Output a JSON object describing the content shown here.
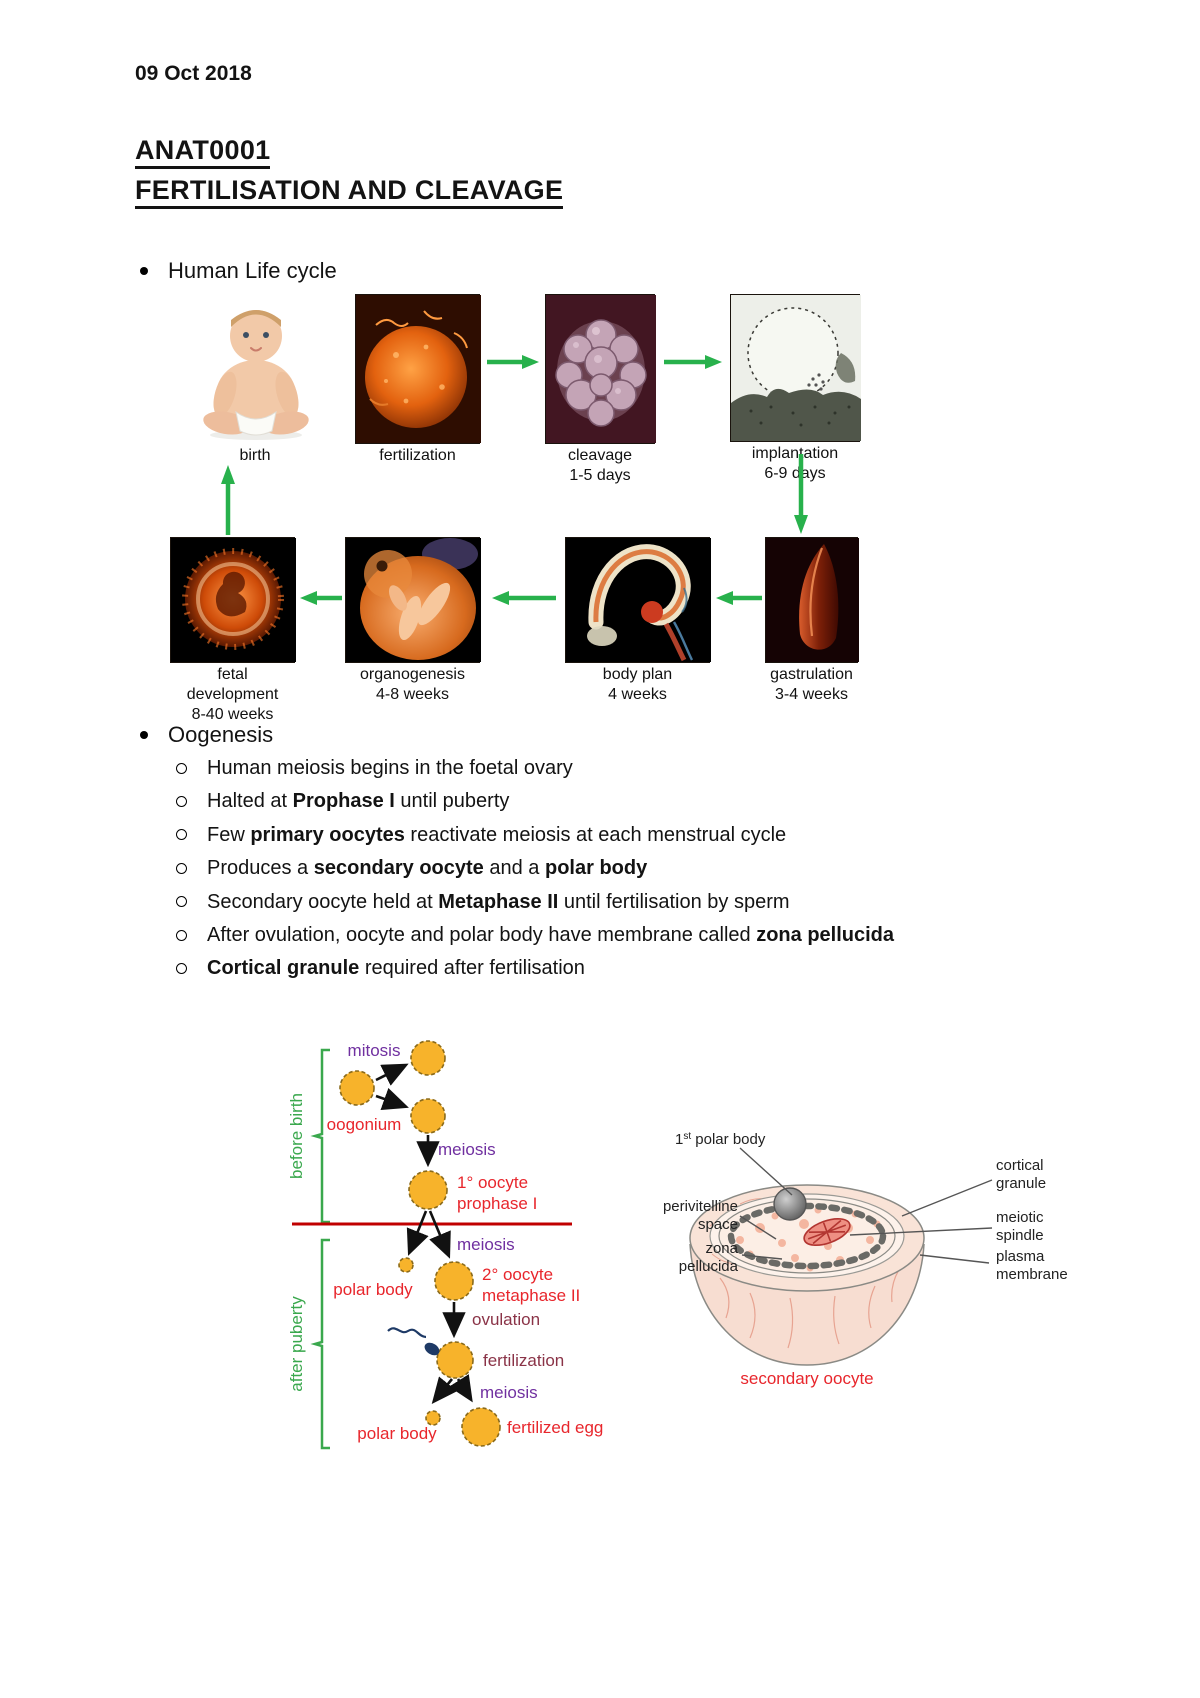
{
  "document": {
    "date": "09 Oct 2018",
    "course_code": "ANAT0001",
    "title": "FERTILISATION AND CLEAVAGE"
  },
  "life_cycle": {
    "heading": "Human Life cycle",
    "top_row": [
      {
        "caption": "birth",
        "duration": ""
      },
      {
        "caption": "fertilization",
        "duration": ""
      },
      {
        "caption": "cleavage",
        "duration": "1-5 days"
      },
      {
        "caption": "implantation",
        "duration": "6-9 days"
      }
    ],
    "bottom_row": [
      {
        "caption": "fetal development",
        "duration": "8-40 weeks"
      },
      {
        "caption": "organogenesis",
        "duration": "4-8 weeks"
      },
      {
        "caption": "body plan",
        "duration": "4 weeks"
      },
      {
        "caption": "gastrulation",
        "duration": "3-4 weeks"
      }
    ]
  },
  "oogenesis": {
    "heading": "Oogenesis",
    "bullets": [
      [
        {
          "t": "Human meiosis begins in the foetal ovary",
          "b": false
        }
      ],
      [
        {
          "t": "Halted at ",
          "b": false
        },
        {
          "t": "Prophase I",
          "b": true
        },
        {
          "t": " until puberty",
          "b": false
        }
      ],
      [
        {
          "t": "Few ",
          "b": false
        },
        {
          "t": "primary oocytes",
          "b": true
        },
        {
          "t": " reactivate meiosis at each menstrual cycle",
          "b": false
        }
      ],
      [
        {
          "t": "Produces a ",
          "b": false
        },
        {
          "t": "secondary oocyte",
          "b": true
        },
        {
          "t": " and a ",
          "b": false
        },
        {
          "t": "polar body",
          "b": true
        }
      ],
      [
        {
          "t": "Secondary oocyte held at ",
          "b": false
        },
        {
          "t": "Metaphase II",
          "b": true
        },
        {
          "t": " until fertilisation by sperm",
          "b": false
        }
      ],
      [
        {
          "t": "After ovulation, oocyte and polar body have membrane called ",
          "b": false
        },
        {
          "t": "zona pellucida",
          "b": true
        }
      ],
      [
        {
          "t": "Cortical granule",
          "b": true
        },
        {
          "t": " required after fertilisation",
          "b": false
        }
      ]
    ]
  },
  "flowchart": {
    "before_birth": "before birth",
    "after_puberty": "after puberty",
    "mitosis": "mitosis",
    "oogonium": "oogonium",
    "meiosis_1": "meiosis",
    "oocyte1_name": "1° oocyte",
    "oocyte1_stage": "prophase I",
    "meiosis_2": "meiosis",
    "polar_body_1": "polar body",
    "oocyte2_name": "2° oocyte",
    "oocyte2_stage": "metaphase II",
    "ovulation": "ovulation",
    "fertilization": "fertilization",
    "meiosis_3": "meiosis",
    "polar_body_2": "polar body",
    "fertilized_egg": "fertilized egg"
  },
  "oocyte_diagram": {
    "polar_body_num": "1",
    "polar_body_sup": "st",
    "polar_body_text": " polar body",
    "perivitelline_line1": "perivitelline",
    "perivitelline_line2": "space",
    "zona_line1": "zona",
    "zona_line2": "pellucida",
    "cortical_line1": "cortical",
    "cortical_line2": "granule",
    "meiotic_line1": "meiotic",
    "meiotic_line2": "spindle",
    "plasma_line1": "plasma",
    "plasma_line2": "membrane",
    "caption": "secondary oocyte"
  },
  "colors": {
    "arrow_green": "#28b14c",
    "bracket_green": "#3aa84d",
    "label_purple": "#7030a0",
    "label_red": "#e8262c",
    "label_maroon": "#8a3347",
    "cell_yellow": "#f7b32b",
    "divider_red": "#c00000"
  }
}
